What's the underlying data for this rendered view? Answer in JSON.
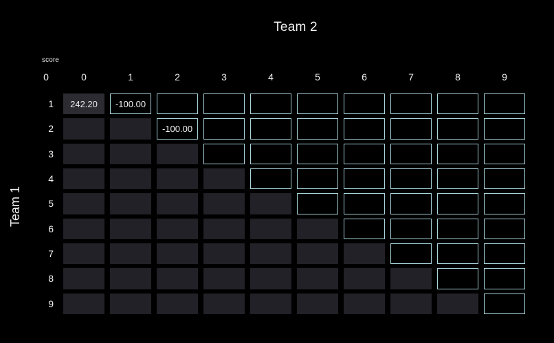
{
  "title": "Team 2",
  "y_axis_title": "Team 1",
  "score_caption": "score",
  "origin_label": "0",
  "colors": {
    "background": "#000000",
    "open_cell_border": "#a8d4dc",
    "locked_cell_fill": "#212127",
    "locked_cell_filled_fill": "#2b2b31",
    "text": "#f2f2f2"
  },
  "chart_data": {
    "type": "heatmap",
    "title": "Team 2",
    "xlabel": "Team 2",
    "ylabel": "Team 1",
    "grid": true,
    "legend": "none",
    "column_headers": [
      "0",
      "1",
      "2",
      "3",
      "4",
      "5",
      "6",
      "7",
      "8",
      "9"
    ],
    "row_headers": [
      "1",
      "2",
      "3",
      "4",
      "5",
      "6",
      "7",
      "8",
      "9"
    ],
    "cell_states": {
      "locked": "grey filled cell, column index < row number",
      "open": "cyan outlined cell, column index >= row number"
    },
    "rows": [
      {
        "row": "1",
        "cells": [
          {
            "col": "0",
            "state": "locked",
            "value": "242.20"
          },
          {
            "col": "1",
            "state": "open",
            "value": "-100.00"
          },
          {
            "col": "2",
            "state": "open",
            "value": ""
          },
          {
            "col": "3",
            "state": "open",
            "value": ""
          },
          {
            "col": "4",
            "state": "open",
            "value": ""
          },
          {
            "col": "5",
            "state": "open",
            "value": ""
          },
          {
            "col": "6",
            "state": "open",
            "value": ""
          },
          {
            "col": "7",
            "state": "open",
            "value": ""
          },
          {
            "col": "8",
            "state": "open",
            "value": ""
          },
          {
            "col": "9",
            "state": "open",
            "value": ""
          }
        ]
      },
      {
        "row": "2",
        "cells": [
          {
            "col": "0",
            "state": "locked",
            "value": ""
          },
          {
            "col": "1",
            "state": "locked",
            "value": ""
          },
          {
            "col": "2",
            "state": "open",
            "value": "-100.00"
          },
          {
            "col": "3",
            "state": "open",
            "value": ""
          },
          {
            "col": "4",
            "state": "open",
            "value": ""
          },
          {
            "col": "5",
            "state": "open",
            "value": ""
          },
          {
            "col": "6",
            "state": "open",
            "value": ""
          },
          {
            "col": "7",
            "state": "open",
            "value": ""
          },
          {
            "col": "8",
            "state": "open",
            "value": ""
          },
          {
            "col": "9",
            "state": "open",
            "value": ""
          }
        ]
      },
      {
        "row": "3",
        "cells": [
          {
            "col": "0",
            "state": "locked",
            "value": ""
          },
          {
            "col": "1",
            "state": "locked",
            "value": ""
          },
          {
            "col": "2",
            "state": "locked",
            "value": ""
          },
          {
            "col": "3",
            "state": "open",
            "value": ""
          },
          {
            "col": "4",
            "state": "open",
            "value": ""
          },
          {
            "col": "5",
            "state": "open",
            "value": ""
          },
          {
            "col": "6",
            "state": "open",
            "value": ""
          },
          {
            "col": "7",
            "state": "open",
            "value": ""
          },
          {
            "col": "8",
            "state": "open",
            "value": ""
          },
          {
            "col": "9",
            "state": "open",
            "value": ""
          }
        ]
      },
      {
        "row": "4",
        "cells": [
          {
            "col": "0",
            "state": "locked",
            "value": ""
          },
          {
            "col": "1",
            "state": "locked",
            "value": ""
          },
          {
            "col": "2",
            "state": "locked",
            "value": ""
          },
          {
            "col": "3",
            "state": "locked",
            "value": ""
          },
          {
            "col": "4",
            "state": "open",
            "value": ""
          },
          {
            "col": "5",
            "state": "open",
            "value": ""
          },
          {
            "col": "6",
            "state": "open",
            "value": ""
          },
          {
            "col": "7",
            "state": "open",
            "value": ""
          },
          {
            "col": "8",
            "state": "open",
            "value": ""
          },
          {
            "col": "9",
            "state": "open",
            "value": ""
          }
        ]
      },
      {
        "row": "5",
        "cells": [
          {
            "col": "0",
            "state": "locked",
            "value": ""
          },
          {
            "col": "1",
            "state": "locked",
            "value": ""
          },
          {
            "col": "2",
            "state": "locked",
            "value": ""
          },
          {
            "col": "3",
            "state": "locked",
            "value": ""
          },
          {
            "col": "4",
            "state": "locked",
            "value": ""
          },
          {
            "col": "5",
            "state": "open",
            "value": ""
          },
          {
            "col": "6",
            "state": "open",
            "value": ""
          },
          {
            "col": "7",
            "state": "open",
            "value": ""
          },
          {
            "col": "8",
            "state": "open",
            "value": ""
          },
          {
            "col": "9",
            "state": "open",
            "value": ""
          }
        ]
      },
      {
        "row": "6",
        "cells": [
          {
            "col": "0",
            "state": "locked",
            "value": ""
          },
          {
            "col": "1",
            "state": "locked",
            "value": ""
          },
          {
            "col": "2",
            "state": "locked",
            "value": ""
          },
          {
            "col": "3",
            "state": "locked",
            "value": ""
          },
          {
            "col": "4",
            "state": "locked",
            "value": ""
          },
          {
            "col": "5",
            "state": "locked",
            "value": ""
          },
          {
            "col": "6",
            "state": "open",
            "value": ""
          },
          {
            "col": "7",
            "state": "open",
            "value": ""
          },
          {
            "col": "8",
            "state": "open",
            "value": ""
          },
          {
            "col": "9",
            "state": "open",
            "value": ""
          }
        ]
      },
      {
        "row": "7",
        "cells": [
          {
            "col": "0",
            "state": "locked",
            "value": ""
          },
          {
            "col": "1",
            "state": "locked",
            "value": ""
          },
          {
            "col": "2",
            "state": "locked",
            "value": ""
          },
          {
            "col": "3",
            "state": "locked",
            "value": ""
          },
          {
            "col": "4",
            "state": "locked",
            "value": ""
          },
          {
            "col": "5",
            "state": "locked",
            "value": ""
          },
          {
            "col": "6",
            "state": "locked",
            "value": ""
          },
          {
            "col": "7",
            "state": "open",
            "value": ""
          },
          {
            "col": "8",
            "state": "open",
            "value": ""
          },
          {
            "col": "9",
            "state": "open",
            "value": ""
          }
        ]
      },
      {
        "row": "8",
        "cells": [
          {
            "col": "0",
            "state": "locked",
            "value": ""
          },
          {
            "col": "1",
            "state": "locked",
            "value": ""
          },
          {
            "col": "2",
            "state": "locked",
            "value": ""
          },
          {
            "col": "3",
            "state": "locked",
            "value": ""
          },
          {
            "col": "4",
            "state": "locked",
            "value": ""
          },
          {
            "col": "5",
            "state": "locked",
            "value": ""
          },
          {
            "col": "6",
            "state": "locked",
            "value": ""
          },
          {
            "col": "7",
            "state": "locked",
            "value": ""
          },
          {
            "col": "8",
            "state": "open",
            "value": ""
          },
          {
            "col": "9",
            "state": "open",
            "value": ""
          }
        ]
      },
      {
        "row": "9",
        "cells": [
          {
            "col": "0",
            "state": "locked",
            "value": ""
          },
          {
            "col": "1",
            "state": "locked",
            "value": ""
          },
          {
            "col": "2",
            "state": "locked",
            "value": ""
          },
          {
            "col": "3",
            "state": "locked",
            "value": ""
          },
          {
            "col": "4",
            "state": "locked",
            "value": ""
          },
          {
            "col": "5",
            "state": "locked",
            "value": ""
          },
          {
            "col": "6",
            "state": "locked",
            "value": ""
          },
          {
            "col": "7",
            "state": "locked",
            "value": ""
          },
          {
            "col": "8",
            "state": "locked",
            "value": ""
          },
          {
            "col": "9",
            "state": "open",
            "value": ""
          }
        ]
      }
    ]
  }
}
